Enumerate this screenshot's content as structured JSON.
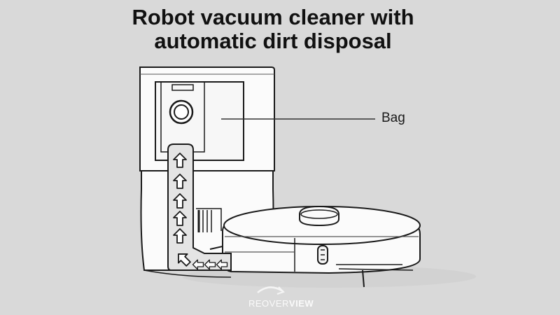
{
  "title": {
    "line1": "Robot vacuum cleaner with",
    "line2": "automatic dirt disposal"
  },
  "labels": {
    "bag": "Bag"
  },
  "watermark": {
    "part1": "REOVER",
    "part2": "VIEW"
  },
  "arrows": {
    "up_count": 6,
    "left_count": 3
  },
  "colors": {
    "background": "#d9d9d9",
    "line": "#1a1a1a",
    "device_fill": "#fbfbfb",
    "channel_fill": "#e4e4e4"
  }
}
